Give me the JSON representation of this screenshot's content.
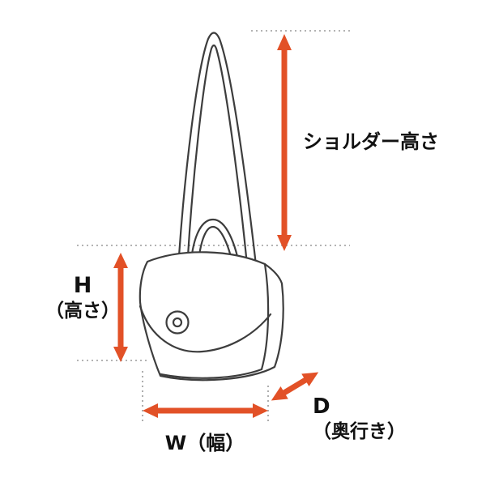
{
  "diagram": {
    "type": "product-dimension-diagram",
    "subject": "shoulder-bag-line-art",
    "labels": {
      "shoulder_height": "ショルダー高さ",
      "height_abbr": "H",
      "height_name": "（高さ）",
      "width": "W（幅）",
      "depth_abbr": "D",
      "depth_name": "（奥行き）"
    },
    "colors": {
      "arrow": "#e25127",
      "outline": "#3d3d3d",
      "guide": "#9a9a9a",
      "background": "#ffffff"
    }
  }
}
